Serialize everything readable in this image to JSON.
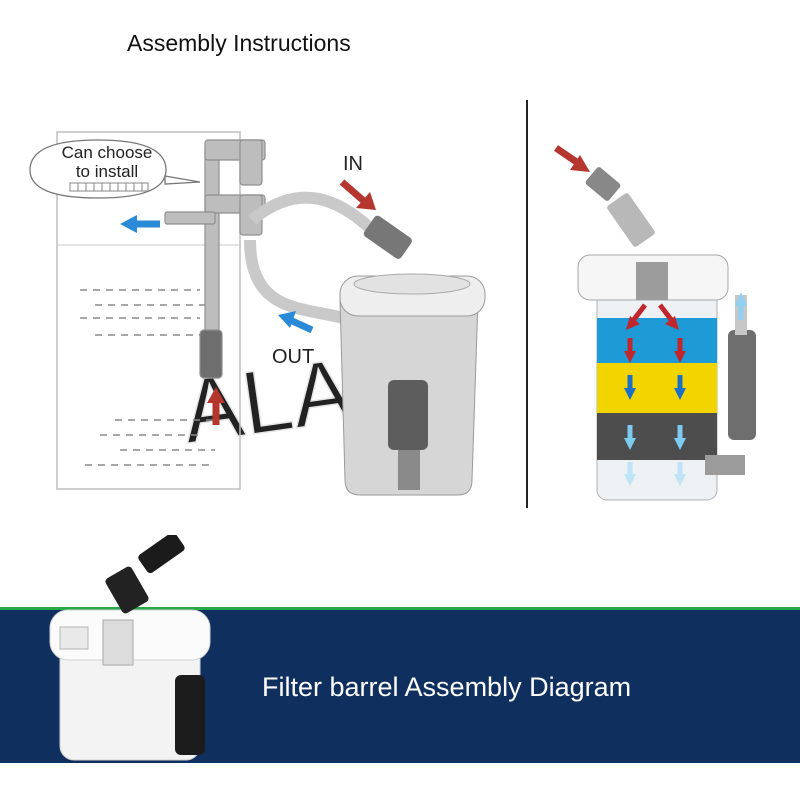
{
  "title": "Assembly Instructions",
  "callout": {
    "line1": "Can choose",
    "line2": "to install"
  },
  "labels": {
    "in": "IN",
    "out": "OUT"
  },
  "watermark": "ALAKA",
  "banner": {
    "text": "Filter barrel Assembly Diagram"
  },
  "media_layers": [
    {
      "color": "#1e9ad6",
      "flow_arrow_color": "#c0262b"
    },
    {
      "color": "#f2d400",
      "flow_arrow_color": "#1a6fc9"
    },
    {
      "color": "#4d4d4d",
      "flow_arrow_color": "#7ecbf2"
    }
  ],
  "colors": {
    "inflow_arrow": "#b5362f",
    "outflow_arrow": "#2a8ad8",
    "banner_bg": "#0f2f5e",
    "banner_stripe": "#25a94a"
  },
  "icons": [
    "inflow-arrow-icon",
    "outflow-arrow-icon",
    "flow-arrow-icon"
  ]
}
